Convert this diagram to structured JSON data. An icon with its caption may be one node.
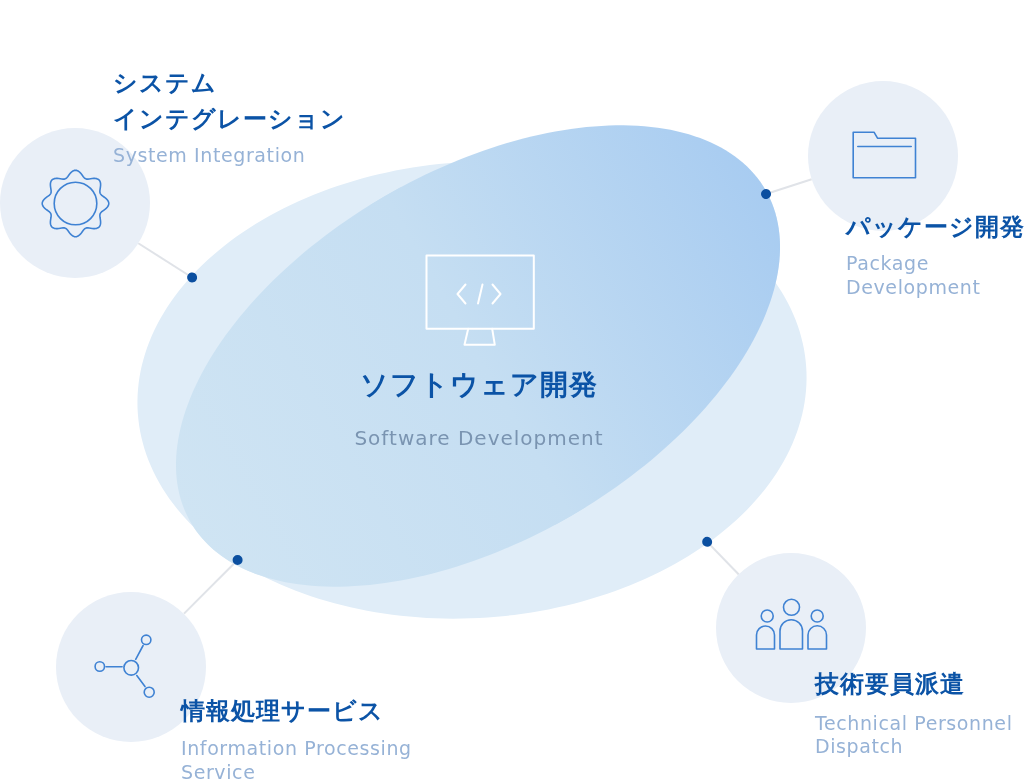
{
  "diagram": {
    "nodes": [
      {
        "text": [
          "システムインテグレーション",
          "System Integration"
        ]
      },
      {
        "text": [
          "パッケージ開発",
          "Package Development"
        ]
      },
      {
        "text": [
          "ソフトウェア開発",
          "Software Development"
        ]
      },
      {
        "text": [
          "情報処理サービス",
          "Information Processing Service"
        ]
      },
      {
        "text": [
          "技術要員派遣",
          "Technical Personnel Dispatch"
        ]
      }
    ],
    "edges": [
      {
        "from": 0,
        "to": 2,
        "arrow": "other"
      },
      {
        "from": 1,
        "to": 2,
        "arrow": "other"
      },
      {
        "from": 3,
        "to": 2,
        "arrow": "other"
      },
      {
        "from": 4,
        "to": 2,
        "arrow": "other"
      }
    ]
  }
}
